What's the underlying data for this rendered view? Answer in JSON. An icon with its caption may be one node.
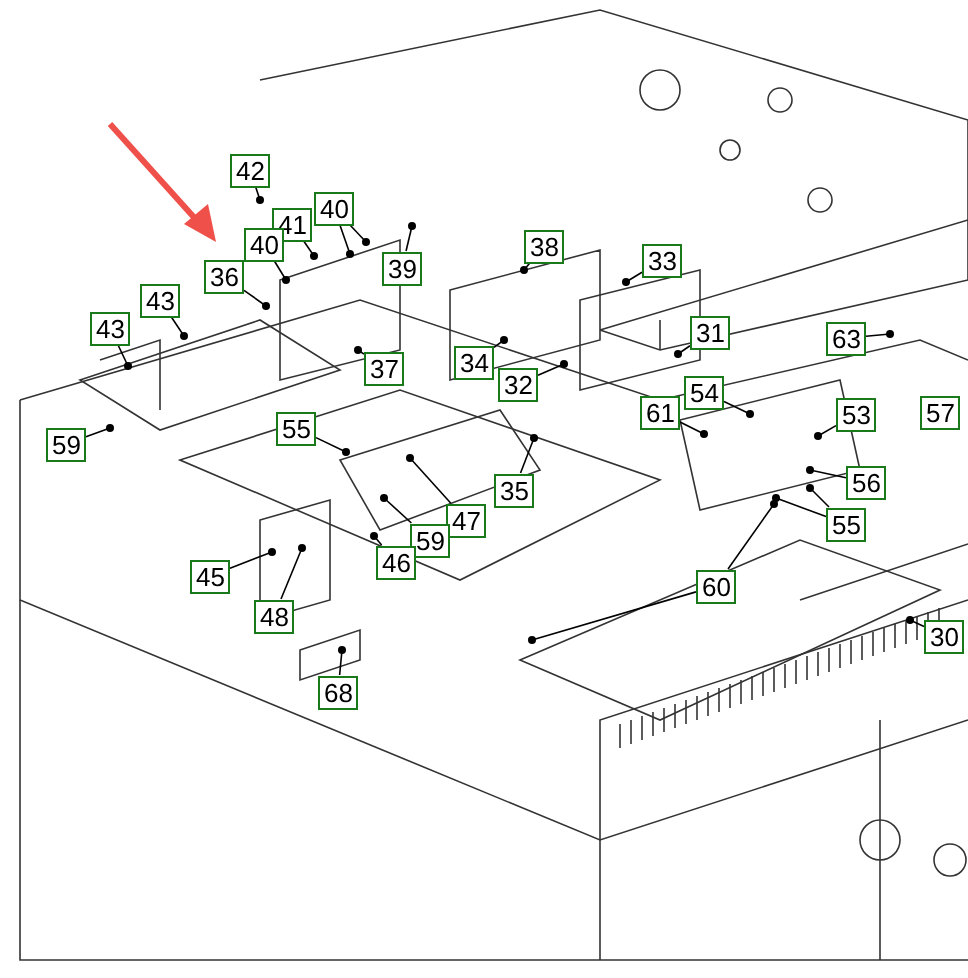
{
  "diagram": {
    "nodes": [
      {
        "text": [
          "42"
        ]
      },
      {
        "text": [
          "41"
        ]
      },
      {
        "text": [
          "40"
        ]
      },
      {
        "text": [
          "40"
        ]
      },
      {
        "text": [
          "36"
        ]
      },
      {
        "text": [
          "39"
        ]
      },
      {
        "text": [
          "38"
        ]
      },
      {
        "text": [
          "33"
        ]
      },
      {
        "text": [
          "43"
        ]
      },
      {
        "text": [
          "43"
        ]
      },
      {
        "text": [
          "37"
        ]
      },
      {
        "text": [
          "31"
        ]
      },
      {
        "text": [
          "34"
        ]
      },
      {
        "text": [
          "32"
        ]
      },
      {
        "text": [
          "63"
        ]
      },
      {
        "text": [
          "54"
        ]
      },
      {
        "text": [
          "61"
        ]
      },
      {
        "text": [
          "53"
        ]
      },
      {
        "text": [
          "57"
        ]
      },
      {
        "text": [
          "55"
        ]
      },
      {
        "text": [
          "59"
        ]
      },
      {
        "text": [
          "56"
        ]
      },
      {
        "text": [
          "35"
        ]
      },
      {
        "text": [
          "47"
        ]
      },
      {
        "text": [
          "59"
        ]
      },
      {
        "text": [
          "55"
        ]
      },
      {
        "text": [
          "46"
        ]
      },
      {
        "text": [
          "45"
        ]
      },
      {
        "text": [
          "60"
        ]
      },
      {
        "text": [
          "48"
        ]
      },
      {
        "text": [
          "30"
        ]
      },
      {
        "text": [
          "68"
        ]
      }
    ],
    "edges": [
      {
        "from": 0,
        "to": null,
        "arrow": "other"
      },
      {
        "from": 1,
        "to": null,
        "arrow": "other"
      },
      {
        "from": 2,
        "to": null,
        "arrow": "other"
      },
      {
        "from": 2,
        "to": null,
        "arrow": "other"
      },
      {
        "from": 3,
        "to": null,
        "arrow": "other"
      },
      {
        "from": 4,
        "to": null,
        "arrow": "other"
      },
      {
        "from": 5,
        "to": null,
        "arrow": "other"
      },
      {
        "from": 6,
        "to": null,
        "arrow": "other"
      },
      {
        "from": 7,
        "to": null,
        "arrow": "other"
      },
      {
        "from": 8,
        "to": null,
        "arrow": "other"
      },
      {
        "from": 9,
        "to": null,
        "arrow": "other"
      },
      {
        "from": 10,
        "to": null,
        "arrow": "other"
      },
      {
        "from": 11,
        "to": null,
        "arrow": "other"
      },
      {
        "from": 12,
        "to": null,
        "arrow": "other"
      },
      {
        "from": 13,
        "to": null,
        "arrow": "other"
      },
      {
        "from": 14,
        "to": null,
        "arrow": "other"
      },
      {
        "from": 15,
        "to": null,
        "arrow": "other"
      },
      {
        "from": 16,
        "to": null,
        "arrow": "other"
      },
      {
        "from": 17,
        "to": null,
        "arrow": "other"
      },
      {
        "from": 19,
        "to": null,
        "arrow": "other"
      },
      {
        "from": 20,
        "to": null,
        "arrow": "other"
      },
      {
        "from": 21,
        "to": null,
        "arrow": "other"
      },
      {
        "from": 22,
        "to": null,
        "arrow": "other"
      },
      {
        "from": 23,
        "to": null,
        "arrow": "other"
      },
      {
        "from": 24,
        "to": null,
        "arrow": "other"
      },
      {
        "from": 25,
        "to": null,
        "arrow": "other"
      },
      {
        "from": 25,
        "to": null,
        "arrow": "other"
      },
      {
        "from": 26,
        "to": null,
        "arrow": "other"
      },
      {
        "from": 27,
        "to": null,
        "arrow": "other"
      },
      {
        "from": 28,
        "to": null,
        "arrow": "other"
      },
      {
        "from": 28,
        "to": null,
        "arrow": "other"
      },
      {
        "from": 29,
        "to": null,
        "arrow": "other"
      },
      {
        "from": 30,
        "to": null,
        "arrow": "other"
      },
      {
        "from": 31,
        "to": null,
        "arrow": "other"
      }
    ]
  }
}
